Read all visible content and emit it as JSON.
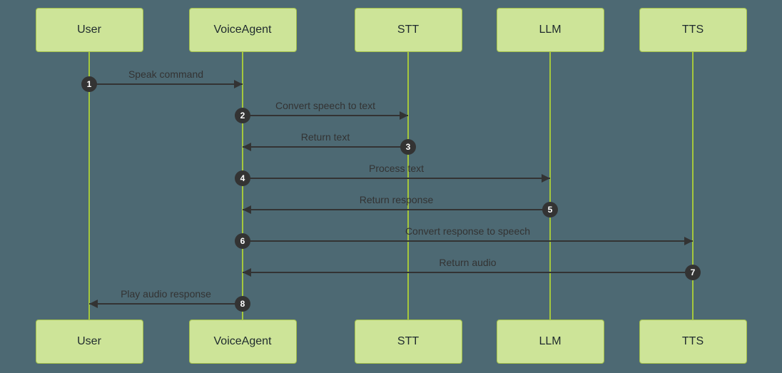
{
  "diagram": {
    "type": "sequence-diagram",
    "actors": [
      {
        "id": "user",
        "label": "User"
      },
      {
        "id": "voiceagent",
        "label": "VoiceAgent"
      },
      {
        "id": "stt",
        "label": "STT"
      },
      {
        "id": "llm",
        "label": "LLM"
      },
      {
        "id": "tts",
        "label": "TTS"
      }
    ],
    "messages": [
      {
        "num": 1,
        "from": "user",
        "to": "voiceagent",
        "label": "Speak command"
      },
      {
        "num": 2,
        "from": "voiceagent",
        "to": "stt",
        "label": "Convert speech to text"
      },
      {
        "num": 3,
        "from": "stt",
        "to": "voiceagent",
        "label": "Return text"
      },
      {
        "num": 4,
        "from": "voiceagent",
        "to": "llm",
        "label": "Process text"
      },
      {
        "num": 5,
        "from": "llm",
        "to": "voiceagent",
        "label": "Return response"
      },
      {
        "num": 6,
        "from": "voiceagent",
        "to": "tts",
        "label": "Convert response to speech"
      },
      {
        "num": 7,
        "from": "tts",
        "to": "voiceagent",
        "label": "Return audio"
      },
      {
        "num": 8,
        "from": "voiceagent",
        "to": "user",
        "label": "Play audio response"
      }
    ],
    "colors": {
      "background": "#4d6973",
      "actor_fill": "#cde498",
      "actor_border": "#a2bf4a",
      "actor_text": "#1f2a2e",
      "lifeline": "#a5c83c",
      "arrow": "#333333",
      "label_text": "#333333",
      "number_bg": "#333333",
      "number_text": "#ffffff"
    }
  }
}
